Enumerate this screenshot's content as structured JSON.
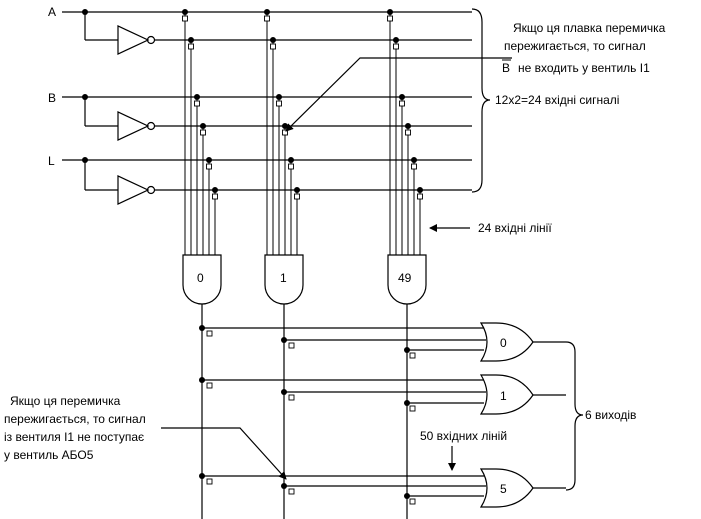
{
  "inputs": {
    "a": "A",
    "b": "B",
    "l": "L"
  },
  "and_gates": {
    "g0": "0",
    "g1": "1",
    "g49": "49"
  },
  "or_gates": {
    "o0": "0",
    "o1": "1",
    "o5": "5"
  },
  "annotations": {
    "fuse_and_line1": "Якщо ця плавка перемичка",
    "fuse_and_line2": "пережигається, то сигнал",
    "fuse_and_line3_sig": "B",
    "fuse_and_line3_rest": "не входить у вентиль І1",
    "input_signals": "12x2=24 вхідні сигналі",
    "input_lines": "24 вхідні лінії",
    "fuse_or_line1": "Якщо ця перемичка",
    "fuse_or_line2": "пережигається, то сигнал",
    "fuse_or_line3": "із вентиля І1 не поступає",
    "fuse_or_line4": "у вентиль АБО5",
    "or_input_lines": "50 вхідних ліній",
    "outputs": "6 виходів"
  }
}
